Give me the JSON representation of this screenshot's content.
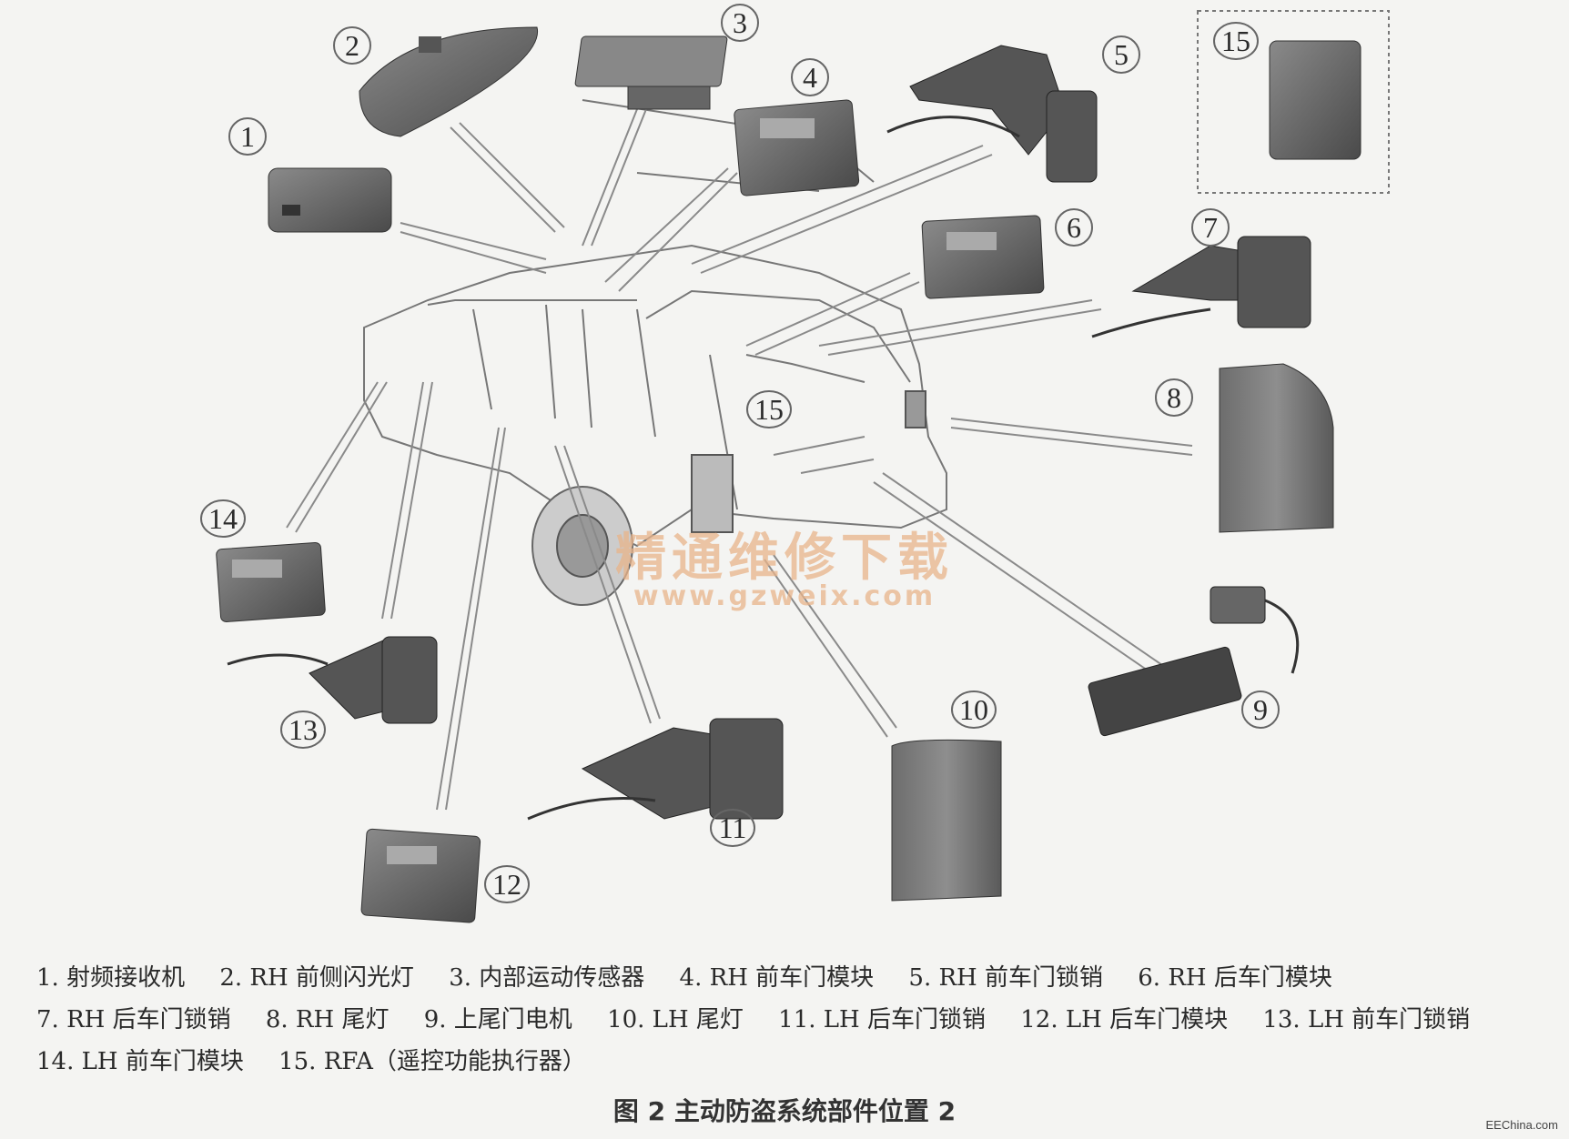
{
  "callouts": [
    "1",
    "2",
    "3",
    "4",
    "5",
    "6",
    "7",
    "8",
    "9",
    "10",
    "11",
    "12",
    "13",
    "14",
    "15"
  ],
  "inset_label": "15",
  "watermark": {
    "cn": "精通维修下载",
    "url": "www.gzweix.com"
  },
  "legend": [
    "1. 射频接收机",
    "2. RH 前侧闪光灯",
    "3. 内部运动传感器",
    "4. RH 前车门模块",
    "5. RH 前车门锁销",
    "6. RH 后车门模块",
    "7. RH 后车门锁销",
    "8. RH 尾灯",
    "9. 上尾门电机",
    "10. LH 尾灯",
    "11. LH 后车门锁销",
    "12. LH 后车门模块",
    "13. LH 前车门锁销",
    "14. LH 前车门模块",
    "15. RFA（遥控功能执行器）"
  ],
  "figure_title": "图 2   主动防盗系统部件位置 2",
  "site_mark": "EEChina.com"
}
